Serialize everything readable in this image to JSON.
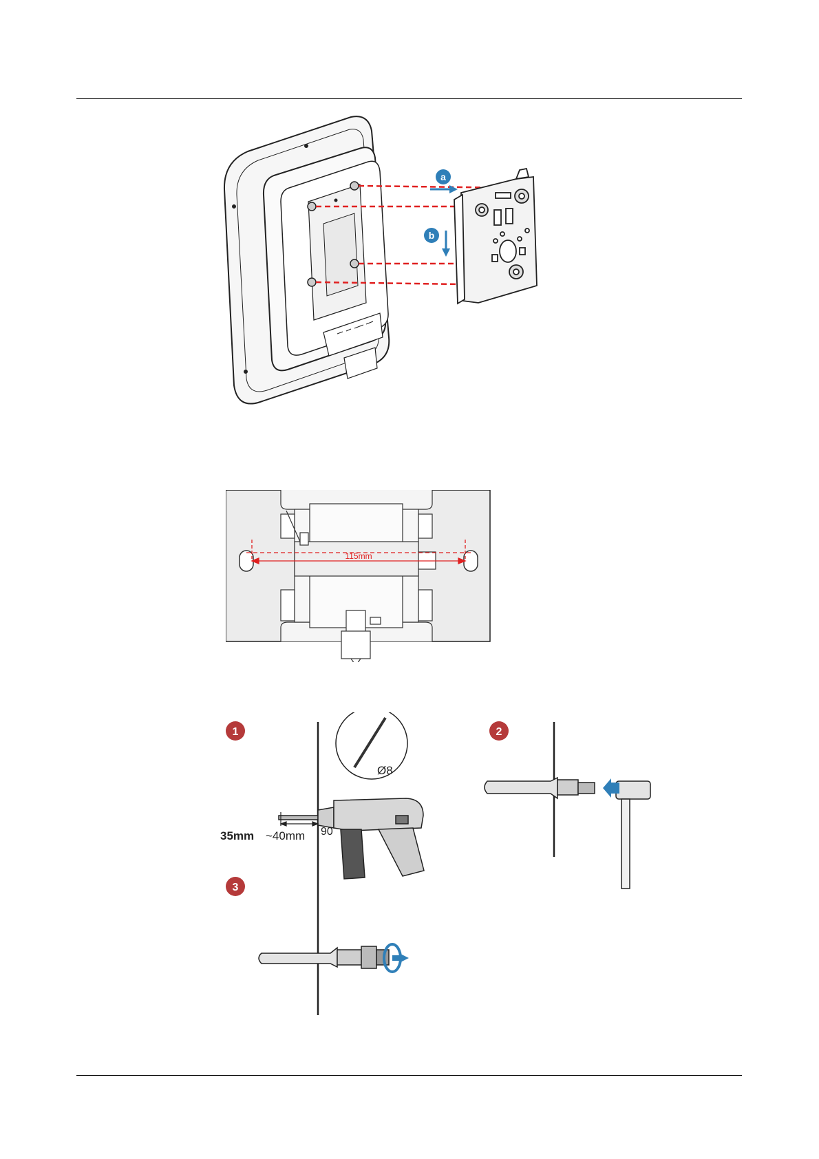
{
  "figure1": {
    "step_a": "a",
    "step_b": "b"
  },
  "figure2": {
    "dimension": "115mm"
  },
  "figure3": {
    "step1": "1",
    "step2": "2",
    "step3": "3",
    "drill_bit_diameter": "Ø8",
    "depth_min": "35mm",
    "depth_max": "~40mm",
    "angle": "90"
  },
  "colors": {
    "guide_red": "#e02020",
    "badge_red": "#b53a3a",
    "arrow_blue": "#2f7fb8"
  }
}
